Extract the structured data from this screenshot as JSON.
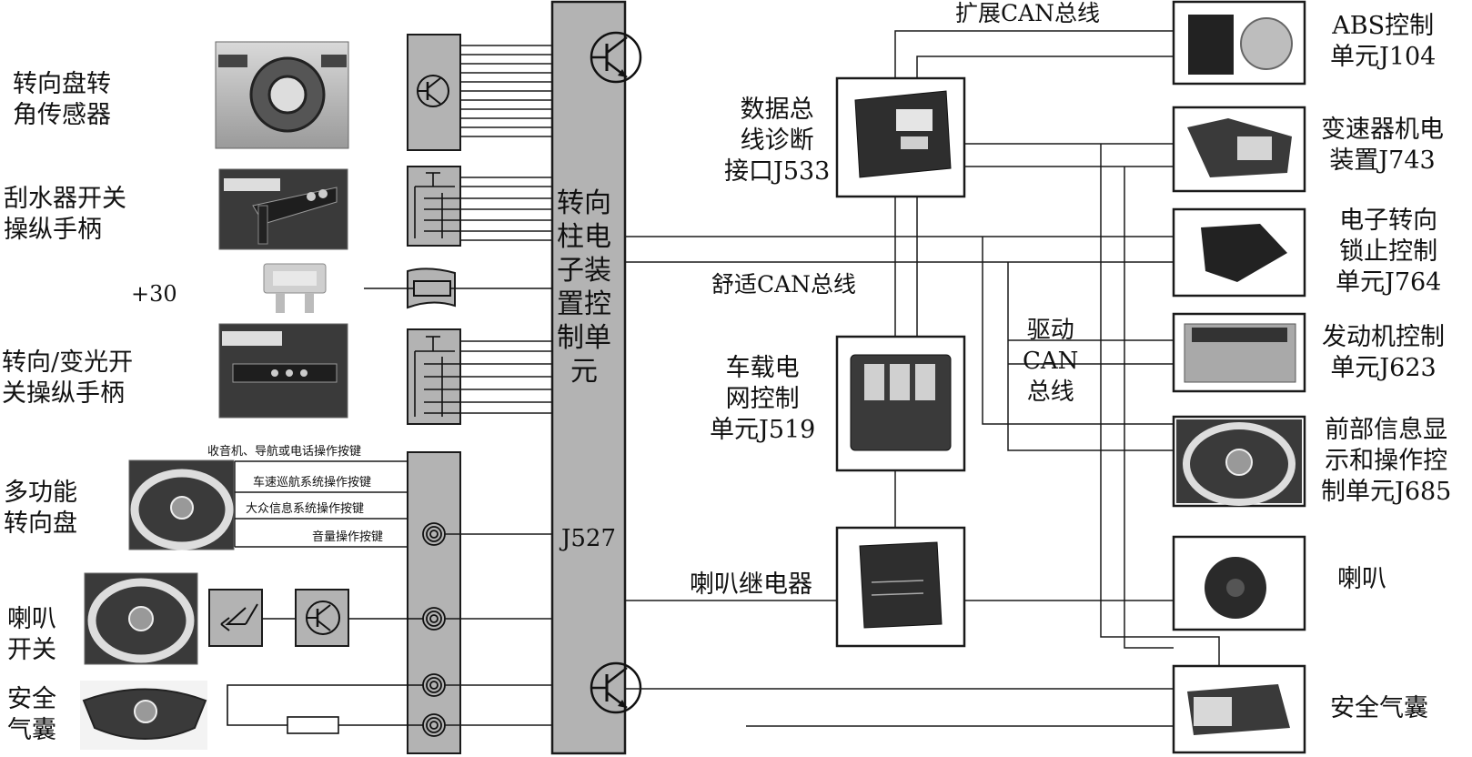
{
  "left_labels": {
    "steering_angle_sensor": "转向盘转\n角传感器",
    "wiper_switch": "刮水器开关\n操纵手柄",
    "plus30": "+30",
    "turn_light_switch": "转向/变光开\n关操纵手柄",
    "multifunction_wheel": "多功能\n转向盘",
    "horn_switch": "喇叭\n开关",
    "airbag_left": "安全\n气囊"
  },
  "mf_buttons": [
    "收音机、导航或电话操作按键",
    "车速巡航系统操作按键",
    "大众信息系统操作按键",
    "音量操作按键"
  ],
  "center": {
    "unit_name": "转向柱电子装置控制单元",
    "unit_code": "J527"
  },
  "bus_labels": {
    "extended_can": "扩展CAN总线",
    "comfort_can": "舒适CAN总线",
    "drive_can": "驱动\nCAN\n总线"
  },
  "middle_labels": {
    "gateway": "数据总\n线诊断\n接口J533",
    "onboard_power": "车载电\n网控制\n单元J519",
    "horn_relay": "喇叭继电器"
  },
  "right_labels": {
    "abs": "ABS控制\n单元J104",
    "transmission": "变速器机电\n装置J743",
    "steering_lock": "电子转向\n锁止控制\n单元J764",
    "engine": "发动机控制\n单元J623",
    "front_info": "前部信息显\n示和操作控\n制单元J685",
    "horn": "喇叭",
    "airbag_right": "安全气囊"
  },
  "icons": {
    "transistor": "transistor-symbol-icon",
    "switch": "switch-symbol-icon",
    "fuse": "fuse-symbol-icon",
    "clock_spring": "clock-spring-coil-icon",
    "horn_button": "horn-button-symbol-icon"
  },
  "colors": {
    "ecu_fill": "#b3b3b3",
    "line": "#1a1a1a",
    "photo_dark": "#3a3a3a"
  }
}
